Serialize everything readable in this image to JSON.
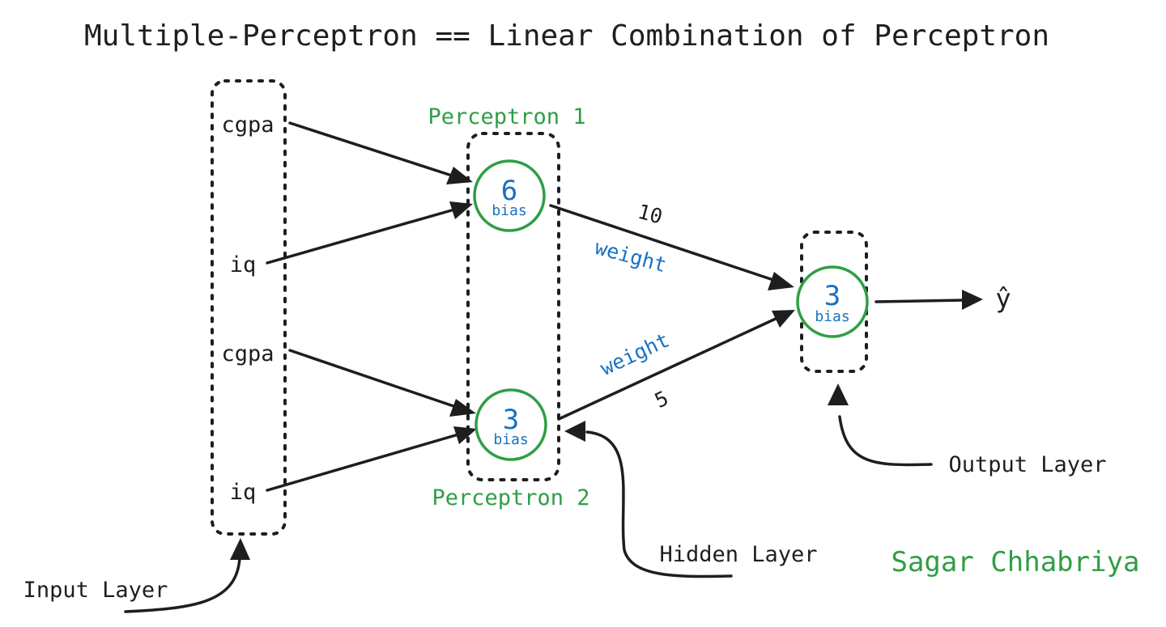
{
  "title": "Multiple-Perceptron == Linear Combination of Perceptron",
  "input_layer": {
    "nodes": [
      "cgpa",
      "iq",
      "cgpa",
      "iq"
    ],
    "label": "Input Layer"
  },
  "hidden_layer": {
    "perceptron_1": {
      "label": "Perceptron 1",
      "value": "6",
      "sub": "bias"
    },
    "perceptron_2": {
      "label": "Perceptron 2",
      "value": "3",
      "sub": "bias"
    },
    "label": "Hidden Layer"
  },
  "output_layer": {
    "neuron": {
      "value": "3",
      "sub": "bias"
    },
    "label": "Output Layer",
    "output_symbol": "ŷ"
  },
  "edges": {
    "top": {
      "value": "10",
      "label": "weight"
    },
    "bottom": {
      "value": "5",
      "label": "weight"
    }
  },
  "author": "Sagar Chhabriya",
  "colors": {
    "ink": "#1e1e1e",
    "green": "#2f9e44",
    "blue": "#1971c2"
  }
}
